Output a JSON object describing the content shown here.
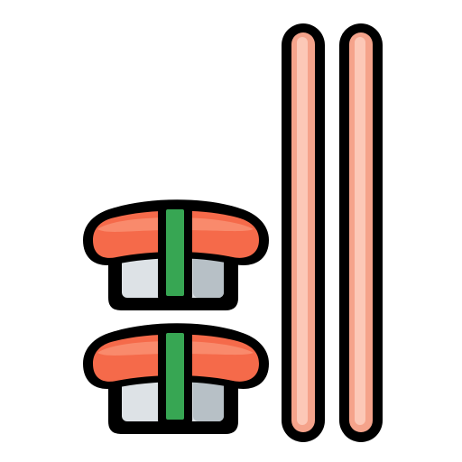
{
  "icon": {
    "name": "sushi-with-chopsticks",
    "parts": [
      "nigiri-top",
      "nigiri-bottom",
      "chopstick-left",
      "chopstick-right"
    ]
  },
  "colors": {
    "outline": "#000000",
    "background": "#ffffff",
    "salmon_main": "#f56a4a",
    "salmon_light": "#f98a6c",
    "rice_light": "#dde2e6",
    "rice_shade": "#b7c0c6",
    "nori": "#37a653",
    "chopstick_main": "#f5a38b",
    "chopstick_light": "#fcc8b7"
  }
}
